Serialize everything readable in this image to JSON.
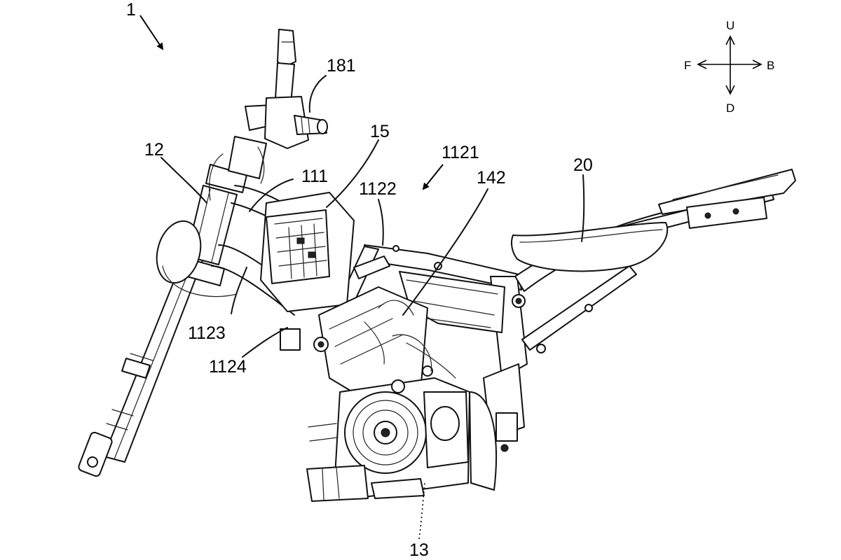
{
  "figure": {
    "reference_numerals": {
      "r1": "1",
      "r181": "181",
      "r15": "15",
      "r1121": "1121",
      "r12": "12",
      "r111": "111",
      "r1122": "1122",
      "r142": "142",
      "r20": "20",
      "r1123": "1123",
      "r1124": "1124",
      "r13": "13"
    },
    "direction_indicator": {
      "up": "U",
      "down": "D",
      "front": "F",
      "back": "B"
    }
  }
}
